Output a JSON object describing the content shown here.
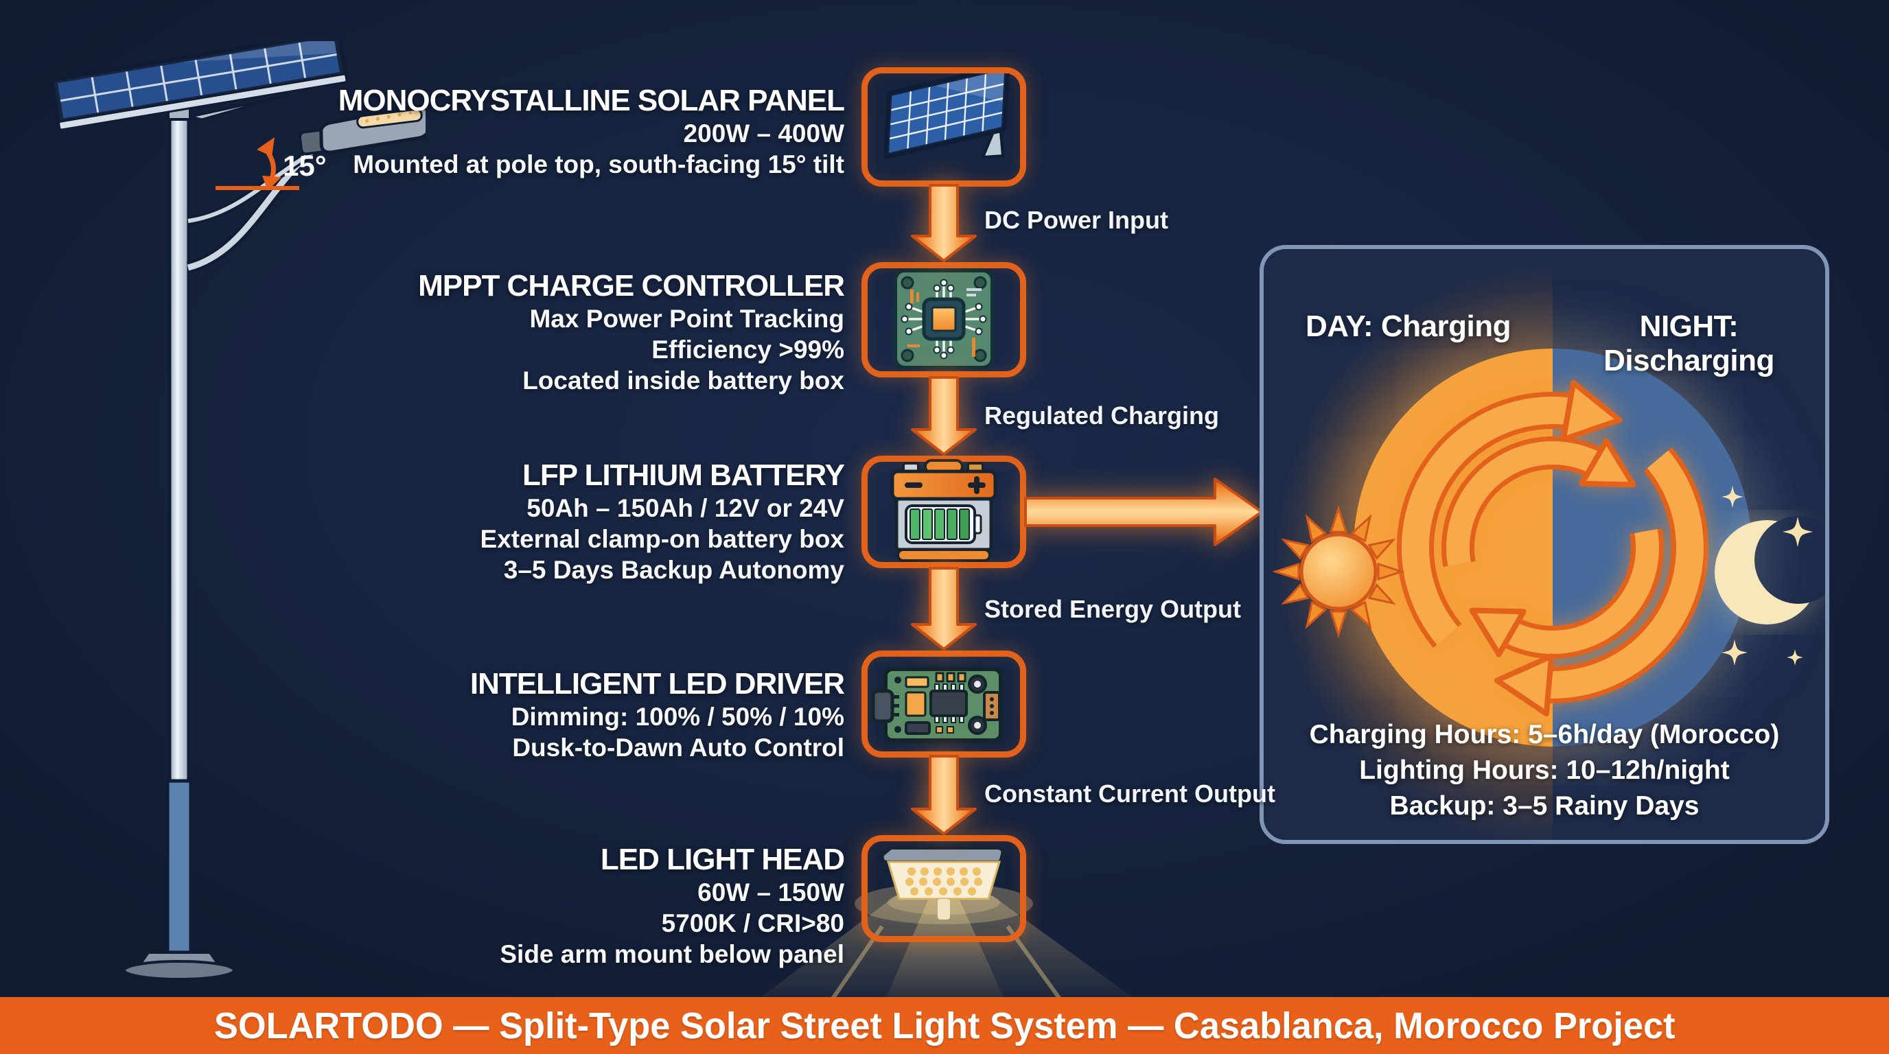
{
  "page": {
    "background": "#16233e",
    "accent_orange": "#e8611a",
    "panel_border": "#8196b5",
    "footer_bg": "#e8611a"
  },
  "pole_illustration": {
    "tilt_label": "15°"
  },
  "flow": {
    "steps": [
      {
        "title": "MONOCRYSTALLINE SOLAR PANEL",
        "line1": "200W – 400W",
        "line2": "Mounted at pole top, south-facing 15° tilt"
      },
      {
        "title": "MPPT CHARGE CONTROLLER",
        "line1": "Max Power Point Tracking",
        "line2": "Efficiency >99%",
        "line3": "Located inside battery box"
      },
      {
        "title": "LFP LITHIUM BATTERY",
        "line1": "50Ah – 150Ah / 12V or 24V",
        "line2": "External clamp-on battery box",
        "line3": "3–5 Days Backup Autonomy"
      },
      {
        "title": "INTELLIGENT LED DRIVER",
        "line1": "Dimming: 100% / 50% / 10%",
        "line2": "Dusk-to-Dawn Auto Control"
      },
      {
        "title": "LED LIGHT HEAD",
        "line1": "60W – 150W",
        "line2": "5700K / CRI>80",
        "line3": "Side arm mount below panel"
      }
    ],
    "connectors": {
      "c1": "DC Power Input",
      "c2": "Regulated Charging",
      "c3": "Stored Energy Output",
      "c4": "Constant Current Output"
    }
  },
  "cycle_panel": {
    "day_header": "DAY: Charging",
    "night_header": "NIGHT: Discharging",
    "stat1": "Charging Hours: 5–6h/day (Morocco)",
    "stat2": "Lighting Hours: 10–12h/night",
    "stat3": "Backup: 3–5 Rainy Days"
  },
  "footer": {
    "text": "SOLARTODO — Split-Type Solar Street Light System — Casablanca, Morocco Project"
  }
}
